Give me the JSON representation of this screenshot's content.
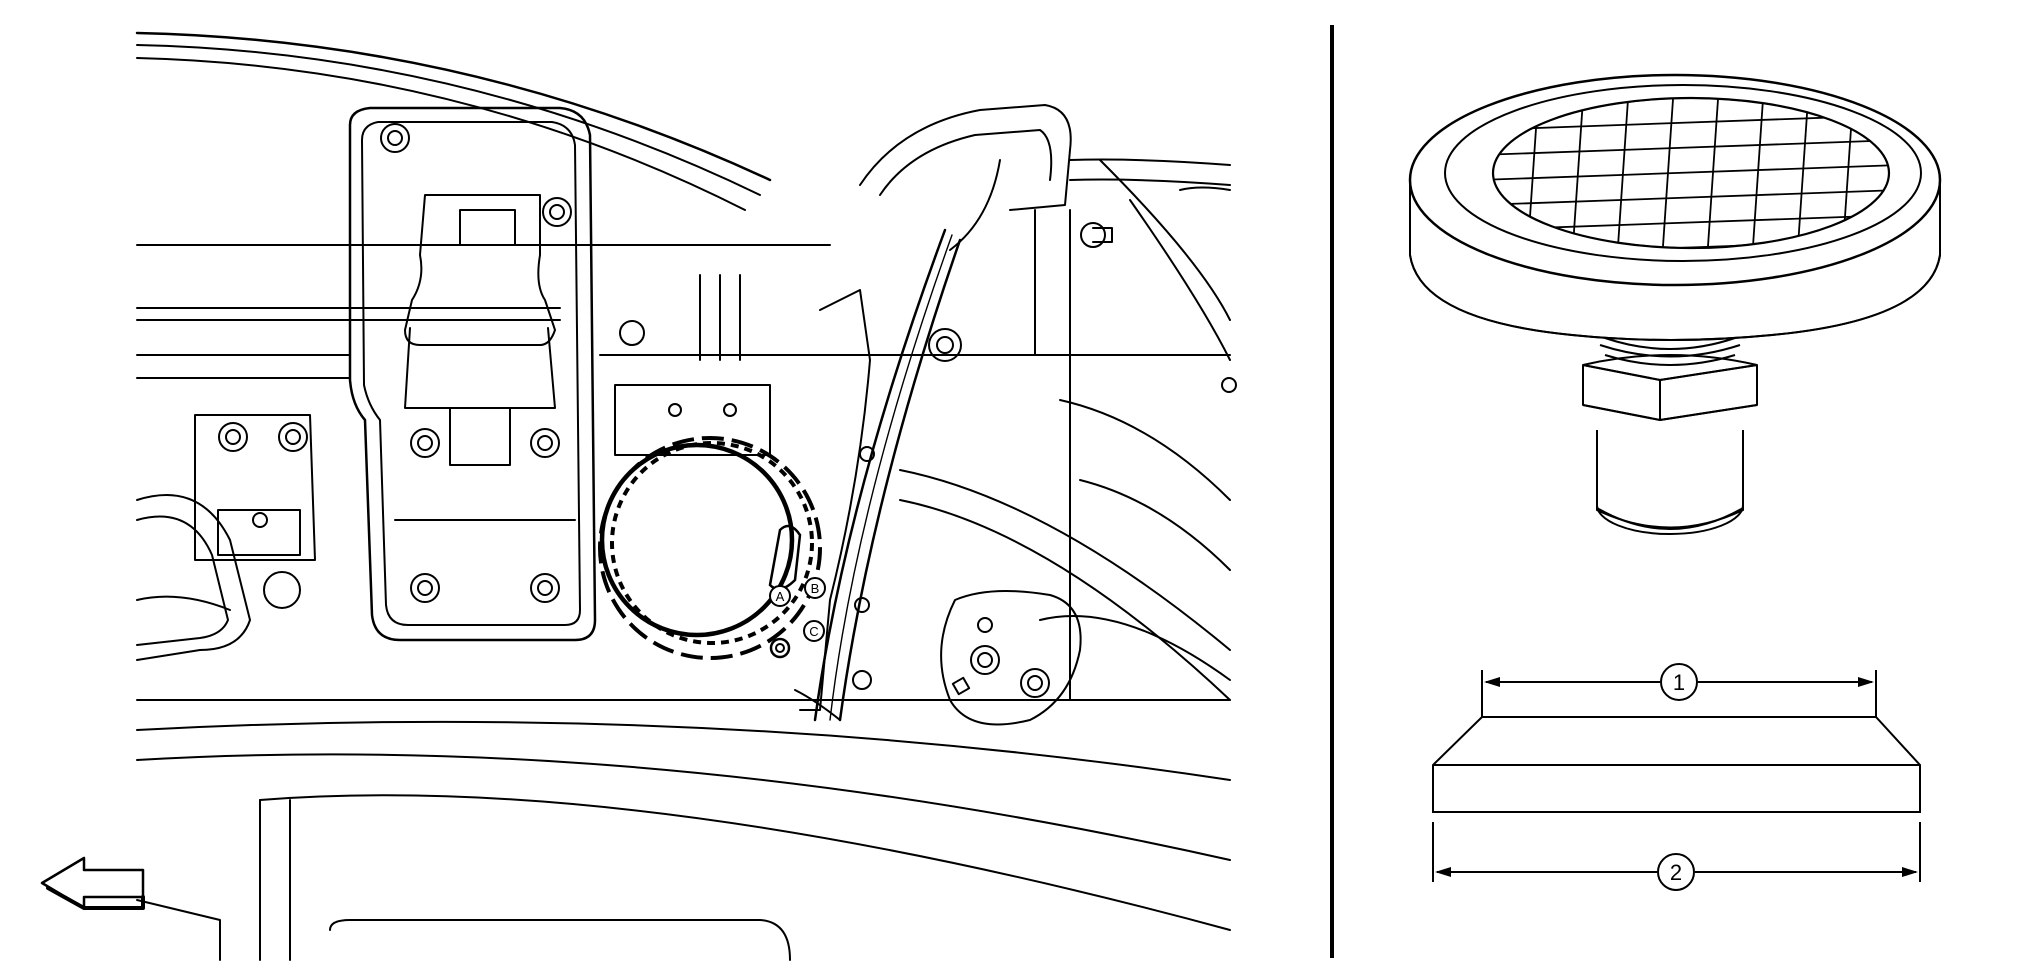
{
  "left_figure": {
    "callouts": [
      {
        "id": "a",
        "letter": "A"
      },
      {
        "id": "b",
        "letter": "B"
      },
      {
        "id": "c",
        "letter": "C"
      }
    ],
    "front_arrow_icon": "arrow-left-outline-icon"
  },
  "right_figure": {
    "pad_icon": "lift-pad-adapter-icon",
    "dimensions": [
      {
        "id": "dim1",
        "number": "1"
      },
      {
        "id": "dim2",
        "number": "2"
      }
    ]
  }
}
